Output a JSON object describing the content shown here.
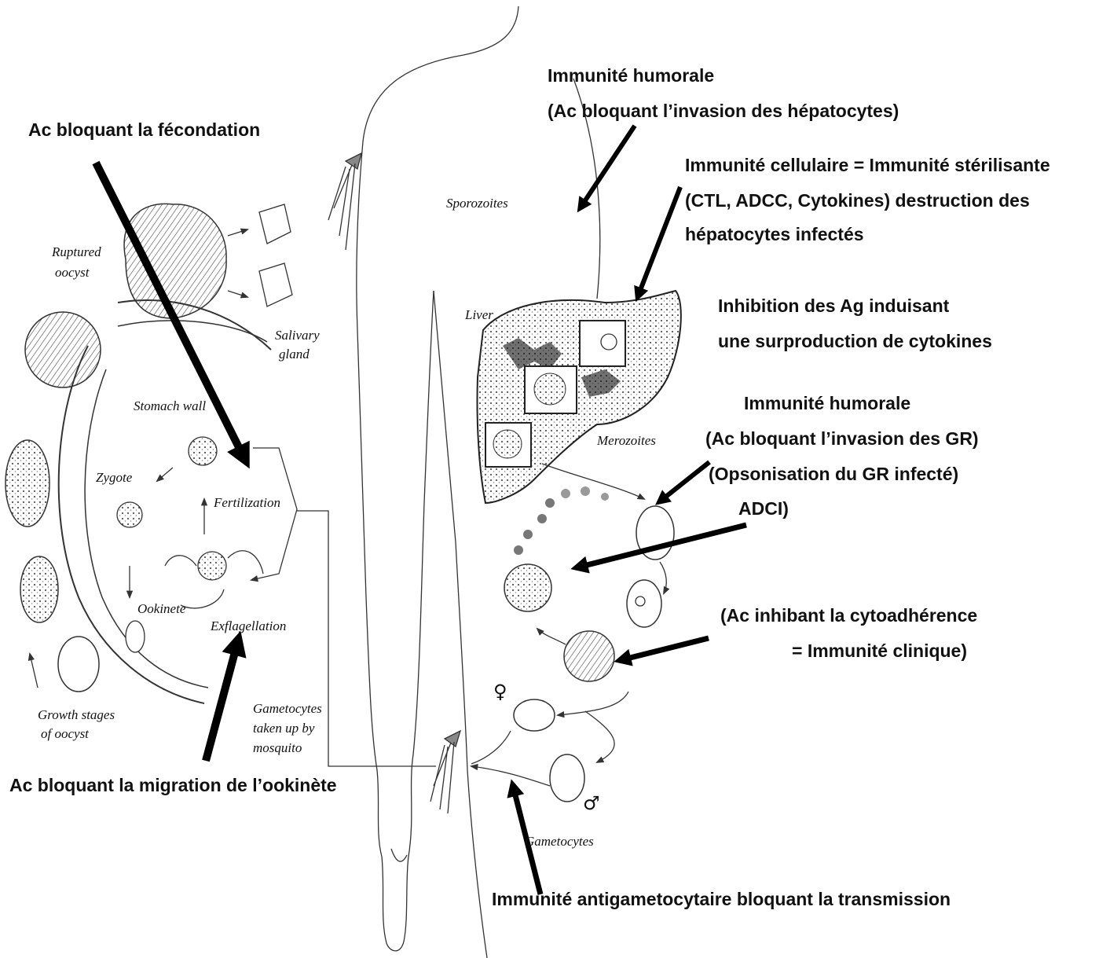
{
  "annotations": {
    "humoral_top_title": "Immunité humorale",
    "humoral_top_desc": "(Ac bloquant l’invasion des hépatocytes)",
    "cellular_1": "Immunité cellulaire = Immunité stérilisante",
    "cellular_2": "(CTL, ADCC, Cytokines) destruction des",
    "cellular_3": "hépatocytes infectés",
    "inhibition_1": "Inhibition des Ag induisant",
    "inhibition_2": "une surproduction de cytokines",
    "humoral_gr_title": "Immunité humorale",
    "humoral_gr_1": "(Ac bloquant l’invasion des GR)",
    "humoral_gr_2": "(Opsonisation du GR infecté)",
    "humoral_gr_3": "ADCI)",
    "cyto_1": "(Ac inhibant la cytoadhérence",
    "cyto_2": "= Immunité clinique)",
    "antigameto": "Immunité antigametocytaire bloquant la transmission",
    "fecondation": "Ac bloquant la fécondation",
    "ookinete": "Ac bloquant la migration de l’ookinète"
  },
  "labels": {
    "ruptured_oocyst_1": "Ruptured",
    "ruptured_oocyst_2": "oocyst",
    "salivary_1": "Salivary",
    "salivary_2": "gland",
    "stomach_wall": "Stomach wall",
    "zygote": "Zygote",
    "fertilization": "Fertilization",
    "ookinete": "Ookinete",
    "exflagellation": "Exflagellation",
    "growth_1": "Growth stages",
    "growth_2": "of oocyst",
    "gam_taken_1": "Gametocytes",
    "gam_taken_2": "taken up by",
    "gam_taken_3": "mosquito",
    "sporozoites": "Sporozoites",
    "liver": "Liver",
    "merozoites": "Merozoites",
    "gametocytes": "Gametocytes"
  },
  "symbols": {
    "female": "♀",
    "male": "♂"
  }
}
